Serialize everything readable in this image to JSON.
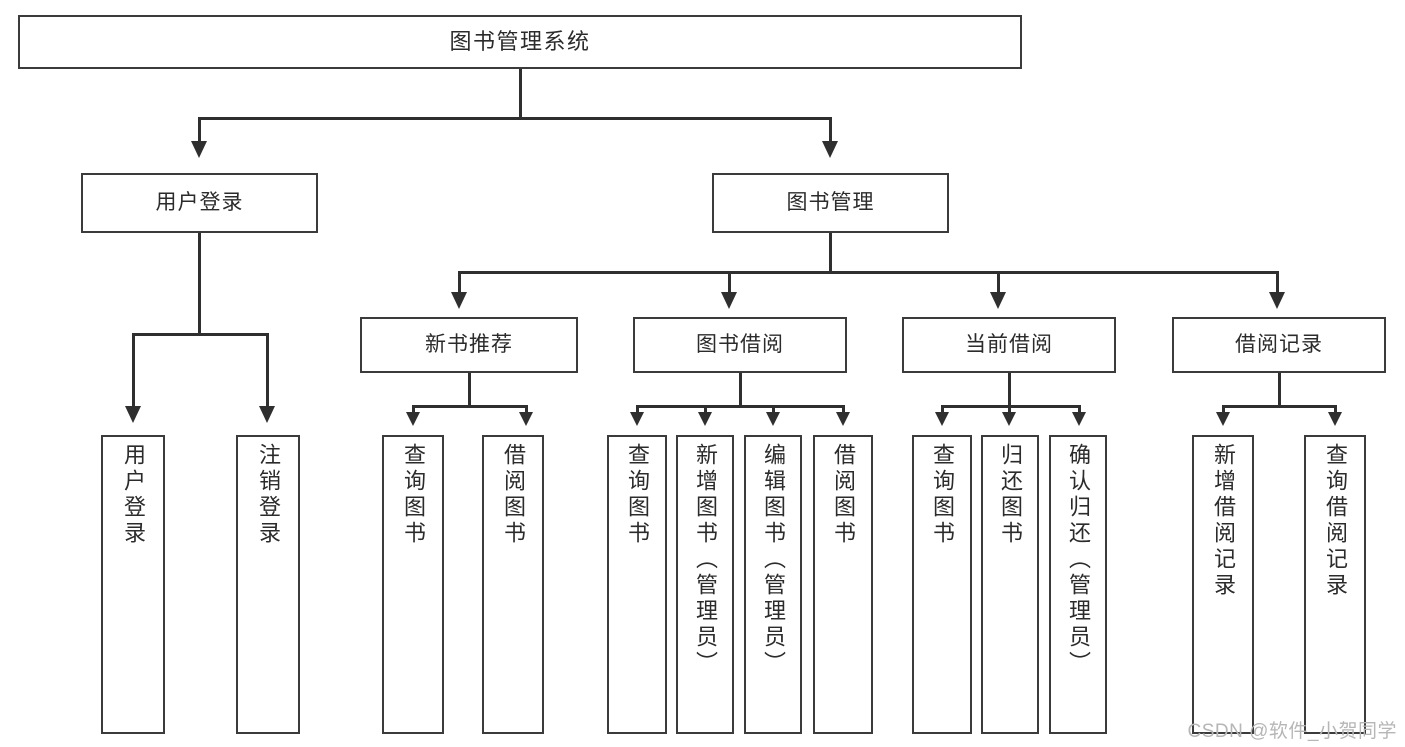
{
  "diagram": {
    "type": "tree",
    "title": "图书管理系统",
    "root": {
      "id": "root",
      "label": "图书管理系统"
    },
    "level2": [
      {
        "id": "user-login",
        "label": "用户登录"
      },
      {
        "id": "book-manage",
        "label": "图书管理"
      }
    ],
    "level3": [
      {
        "id": "new-book-recommend",
        "label": "新书推荐",
        "parent": "book-manage"
      },
      {
        "id": "book-borrow",
        "label": "图书借阅",
        "parent": "book-manage"
      },
      {
        "id": "current-borrow",
        "label": "当前借阅",
        "parent": "book-manage"
      },
      {
        "id": "borrow-record",
        "label": "借阅记录",
        "parent": "book-manage"
      }
    ],
    "leaves": {
      "user_login": [
        {
          "id": "leaf-user-login",
          "label": "用户登录"
        },
        {
          "id": "leaf-logout",
          "label": "注销登录"
        }
      ],
      "new_book_recommend": [
        {
          "id": "leaf-query-book-1",
          "label": "查询图书"
        },
        {
          "id": "leaf-borrow-book-1",
          "label": "借阅图书"
        }
      ],
      "book_borrow": [
        {
          "id": "leaf-query-book-2",
          "label": "查询图书"
        },
        {
          "id": "leaf-add-book",
          "label": "新增图书（管理员）"
        },
        {
          "id": "leaf-edit-book",
          "label": "编辑图书（管理员）"
        },
        {
          "id": "leaf-borrow-book-2",
          "label": "借阅图书"
        }
      ],
      "current_borrow": [
        {
          "id": "leaf-query-book-3",
          "label": "查询图书"
        },
        {
          "id": "leaf-return-book",
          "label": "归还图书"
        },
        {
          "id": "leaf-confirm-return",
          "label": "确认归还（管理员）"
        }
      ],
      "borrow_record": [
        {
          "id": "leaf-add-record",
          "label": "新增借阅记录"
        },
        {
          "id": "leaf-query-record",
          "label": "查询借阅记录"
        }
      ]
    }
  },
  "watermark": {
    "text": "CSDN @软件_小贺同学"
  },
  "colors": {
    "box_border": "#3b3b3b",
    "connector": "#2f2f2f",
    "text": "#2b2b2b",
    "background": "#ffffff",
    "watermark": "#b6b6b6"
  }
}
